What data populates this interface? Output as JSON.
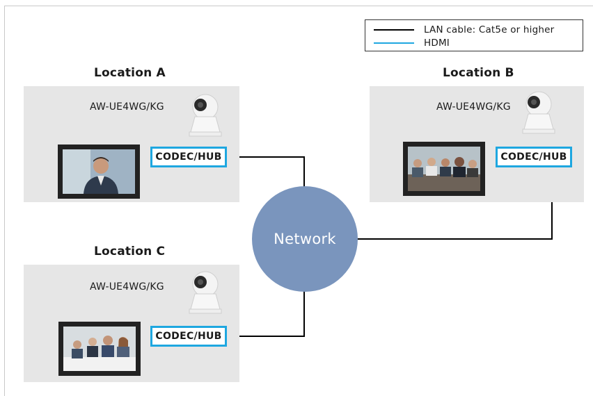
{
  "legend": [
    {
      "label": "LAN cable: Cat5e or higher",
      "color": "#000000"
    },
    {
      "label": "HDMI",
      "color": "#1ea7e0"
    }
  ],
  "locations": {
    "a": {
      "title": "Location A",
      "model": "AW-UE4WG/KG",
      "codec": "CODEC/HUB"
    },
    "b": {
      "title": "Location B",
      "model": "AW-UE4WG/KG",
      "codec": "CODEC/HUB"
    },
    "c": {
      "title": "Location C",
      "model": "AW-UE4WG/KG",
      "codec": "CODEC/HUB"
    }
  },
  "network": {
    "label": "Network"
  },
  "colors": {
    "lan": "#000000",
    "hdmi": "#1ea7e0",
    "network": "#7a95bd",
    "panel": "#e6e6e6"
  }
}
